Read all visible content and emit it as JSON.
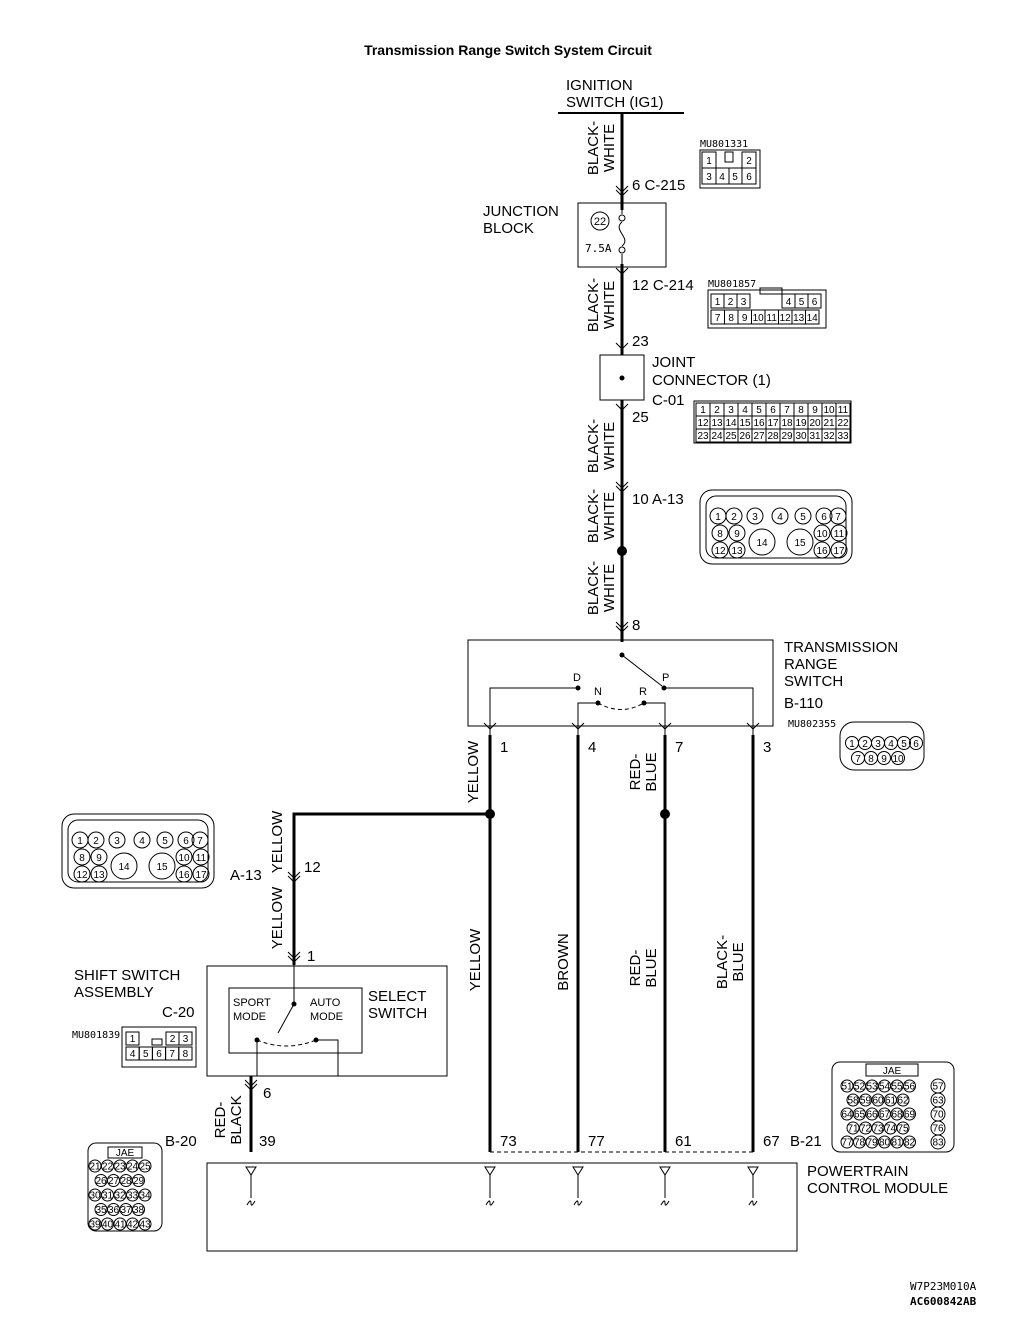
{
  "title": "Transmission Range Switch System Circuit",
  "ignition": {
    "line1": "IGNITION",
    "line2": "SWITCH (IG1)"
  },
  "wires": {
    "bw_a": [
      "BLACK-",
      "WHITE"
    ],
    "bw_b": [
      "BLACK-",
      "WHITE"
    ],
    "bw_c": [
      "BLACK-",
      "WHITE"
    ],
    "bw_d": [
      "BLACK-",
      "WHITE"
    ],
    "bw_e": [
      "BLACK-",
      "WHITE"
    ],
    "yellow_t1": "YELLOW",
    "red_blue_t7": [
      "RED-",
      "BLUE"
    ],
    "yellow_a13_upper": "YELLOW",
    "yellow_a13_lower": "YELLOW",
    "yellow_pcm": "YELLOW",
    "brown_pcm": "BROWN",
    "red_blue_pcm": [
      "RED-",
      "BLUE"
    ],
    "black_blue_pcm": [
      "BLACK-",
      "BLUE"
    ],
    "red_black": [
      "RED-",
      "BLACK"
    ]
  },
  "junction_block": {
    "line1": "JUNCTION",
    "line2": "BLOCK",
    "fuse_no": "22",
    "fuse_rating": "7.5A"
  },
  "joint_connector": {
    "line1": "JOINT",
    "line2": "CONNECTOR (1)",
    "id": "C-01"
  },
  "pins": {
    "c215": "6  C-215",
    "c214": "12  C-214",
    "p23": "23",
    "p25": "25",
    "a13": "10  A-13",
    "p8": "8",
    "t1": "1",
    "t4": "4",
    "t7": "7",
    "t3": "3",
    "p12": "12",
    "a13_left": "A-13",
    "p1": "1",
    "p6": "6",
    "p39": "39",
    "p73": "73",
    "p77": "77",
    "p61": "61",
    "p67": "67",
    "b21": "B-21",
    "b20": "B-20"
  },
  "trs": {
    "line1": "TRANSMISSION",
    "line2": "RANGE",
    "line3": "SWITCH",
    "id": "B-110",
    "d": "D",
    "n": "N",
    "r": "R",
    "p": "P"
  },
  "shift": {
    "line1": "SHIFT SWITCH",
    "line2": "ASSEMBLY",
    "id": "C-20",
    "select1": "SELECT",
    "select2": "SWITCH",
    "sport1": "SPORT",
    "sport2": "MODE",
    "auto1": "AUTO",
    "auto2": "MODE"
  },
  "pcm": {
    "line1": "POWERTRAIN",
    "line2": "CONTROL MODULE"
  },
  "connector_codes": {
    "c215": "MU801331",
    "c214": "MU801857",
    "b110": "MU802355",
    "c20": "MU801839"
  },
  "jae_label": "JAE",
  "c215_pins": [
    "1",
    "2",
    "3",
    "4",
    "5",
    "6"
  ],
  "c214_pins": [
    "1",
    "2",
    "3",
    "4",
    "5",
    "6",
    "7",
    "8",
    "9",
    "10",
    "11",
    "12",
    "13",
    "14"
  ],
  "c01_pins": [
    "1",
    "2",
    "3",
    "4",
    "5",
    "6",
    "7",
    "8",
    "9",
    "10",
    "11",
    "12",
    "13",
    "14",
    "15",
    "16",
    "17",
    "18",
    "19",
    "20",
    "21",
    "22",
    "23",
    "24",
    "25",
    "26",
    "27",
    "28",
    "29",
    "30",
    "31",
    "32",
    "33"
  ],
  "a13_pins": [
    "1",
    "2",
    "3",
    "4",
    "5",
    "6",
    "7",
    "8",
    "9",
    "10",
    "11",
    "12",
    "13",
    "14",
    "15",
    "16",
    "17"
  ],
  "b110_pins": [
    "1",
    "2",
    "3",
    "4",
    "5",
    "6",
    "7",
    "8",
    "9",
    "10"
  ],
  "c20_pins": [
    "1",
    "2",
    "3",
    "4",
    "5",
    "6",
    "7",
    "8"
  ],
  "b21_pins": [
    "51",
    "52",
    "53",
    "54",
    "55",
    "56",
    "57",
    "58",
    "59",
    "60",
    "61",
    "62",
    "63",
    "64",
    "65",
    "66",
    "67",
    "68",
    "69",
    "70",
    "71",
    "72",
    "73",
    "74",
    "75",
    "76",
    "77",
    "78",
    "79",
    "80",
    "81",
    "82",
    "83"
  ],
  "b20_pins": [
    "21",
    "22",
    "23",
    "24",
    "25",
    "26",
    "27",
    "28",
    "29",
    "30",
    "31",
    "32",
    "33",
    "34",
    "35",
    "36",
    "37",
    "38",
    "39",
    "40",
    "41",
    "42",
    "43"
  ],
  "footer": {
    "code1": "W7P23M010A",
    "code2": "AC600842AB"
  }
}
